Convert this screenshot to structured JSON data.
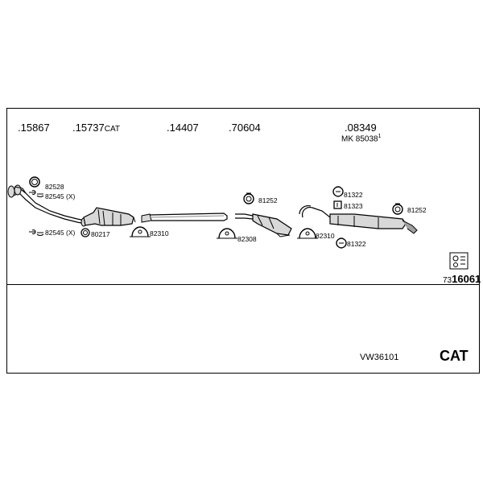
{
  "part_numbers": [
    {
      "main": ".15867",
      "suffix": ""
    },
    {
      "main": ".15737",
      "suffix": "CAT"
    },
    {
      "main": ".14407",
      "suffix": ""
    },
    {
      "main": ".70604",
      "suffix": ""
    },
    {
      "main": ".08349",
      "suffix": ""
    }
  ],
  "mk_label": "MK 85038",
  "mk_note": "1",
  "fittings": {
    "f82528": "82528",
    "f82545a": "82545 (X)",
    "f82545b": "82545 (X)",
    "f80217": "80217",
    "f82310a": "82310",
    "f81252a": "81252",
    "f82308": "82308",
    "f81322a": "81322",
    "f81323": "81323",
    "f82310b": "82310",
    "f81322b": "81322",
    "f81252b": "81252"
  },
  "catalog": {
    "prefix": "73",
    "number": "16061"
  },
  "model_code": "VW36101",
  "type_label": "CAT",
  "colors": {
    "line": "#000000",
    "part_fill": "#d8d8d8",
    "part_fill_dark": "#a0a0a0"
  }
}
